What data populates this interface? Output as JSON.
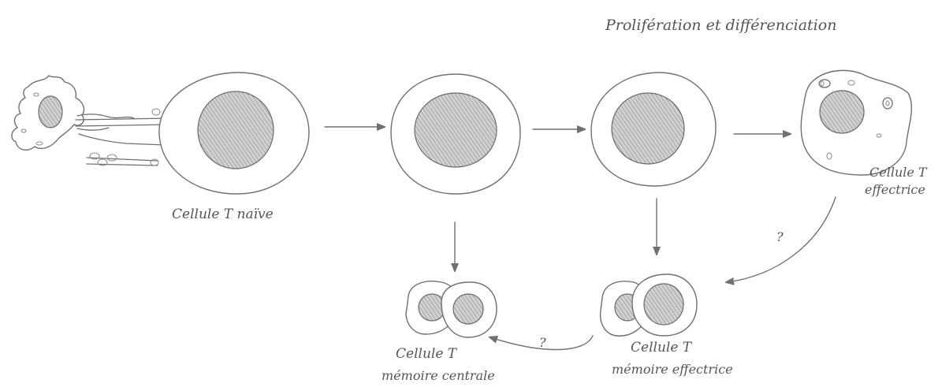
{
  "diagram": {
    "title": "Prolifération et différenciation",
    "labels": {
      "naive": "Cellule T naïve",
      "effector_line1": "Cellule T",
      "effector_line2": "effectrice",
      "effector_memory_line1": "Cellule T",
      "effector_memory_line2": "mémoire effectrice",
      "central_memory_line1": "Cellule T",
      "central_memory_line2": "mémoire centrale"
    },
    "uncertain_marks": {
      "effector_to_memory": "?",
      "memory_to_central": "?"
    }
  }
}
